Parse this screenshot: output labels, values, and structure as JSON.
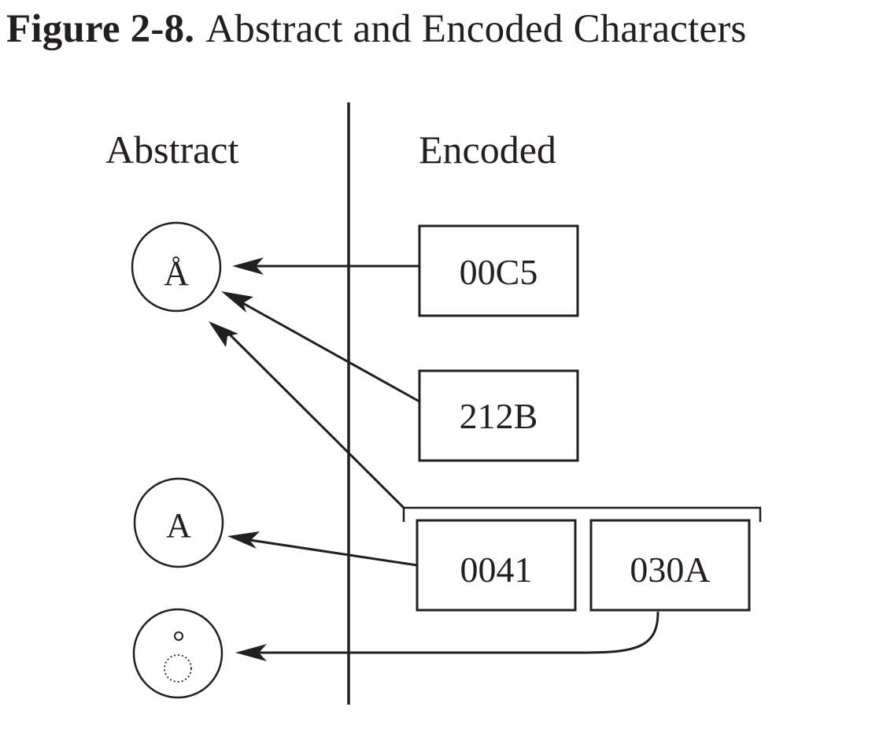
{
  "figure": {
    "label": "Figure 2-8.",
    "title": "Abstract and Encoded Characters"
  },
  "columns": {
    "abstract": "Abstract",
    "encoded": "Encoded"
  },
  "abstract_characters": {
    "a_ring": "Å",
    "a": "A"
  },
  "encoded_values": {
    "c1": "00C5",
    "c2": "212B",
    "c3": "0041",
    "c4": "030A"
  }
}
